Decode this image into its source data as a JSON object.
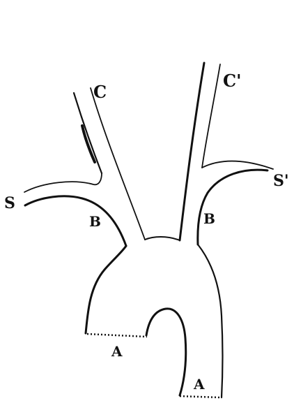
{
  "labels": {
    "left_carotid": "C",
    "right_carotid": "C'",
    "left_subclavian": "S",
    "right_subclavian": "S'",
    "left_branch_point": "B",
    "right_branch_point": "B",
    "left_cut_end": "A",
    "right_cut_end": "A"
  }
}
